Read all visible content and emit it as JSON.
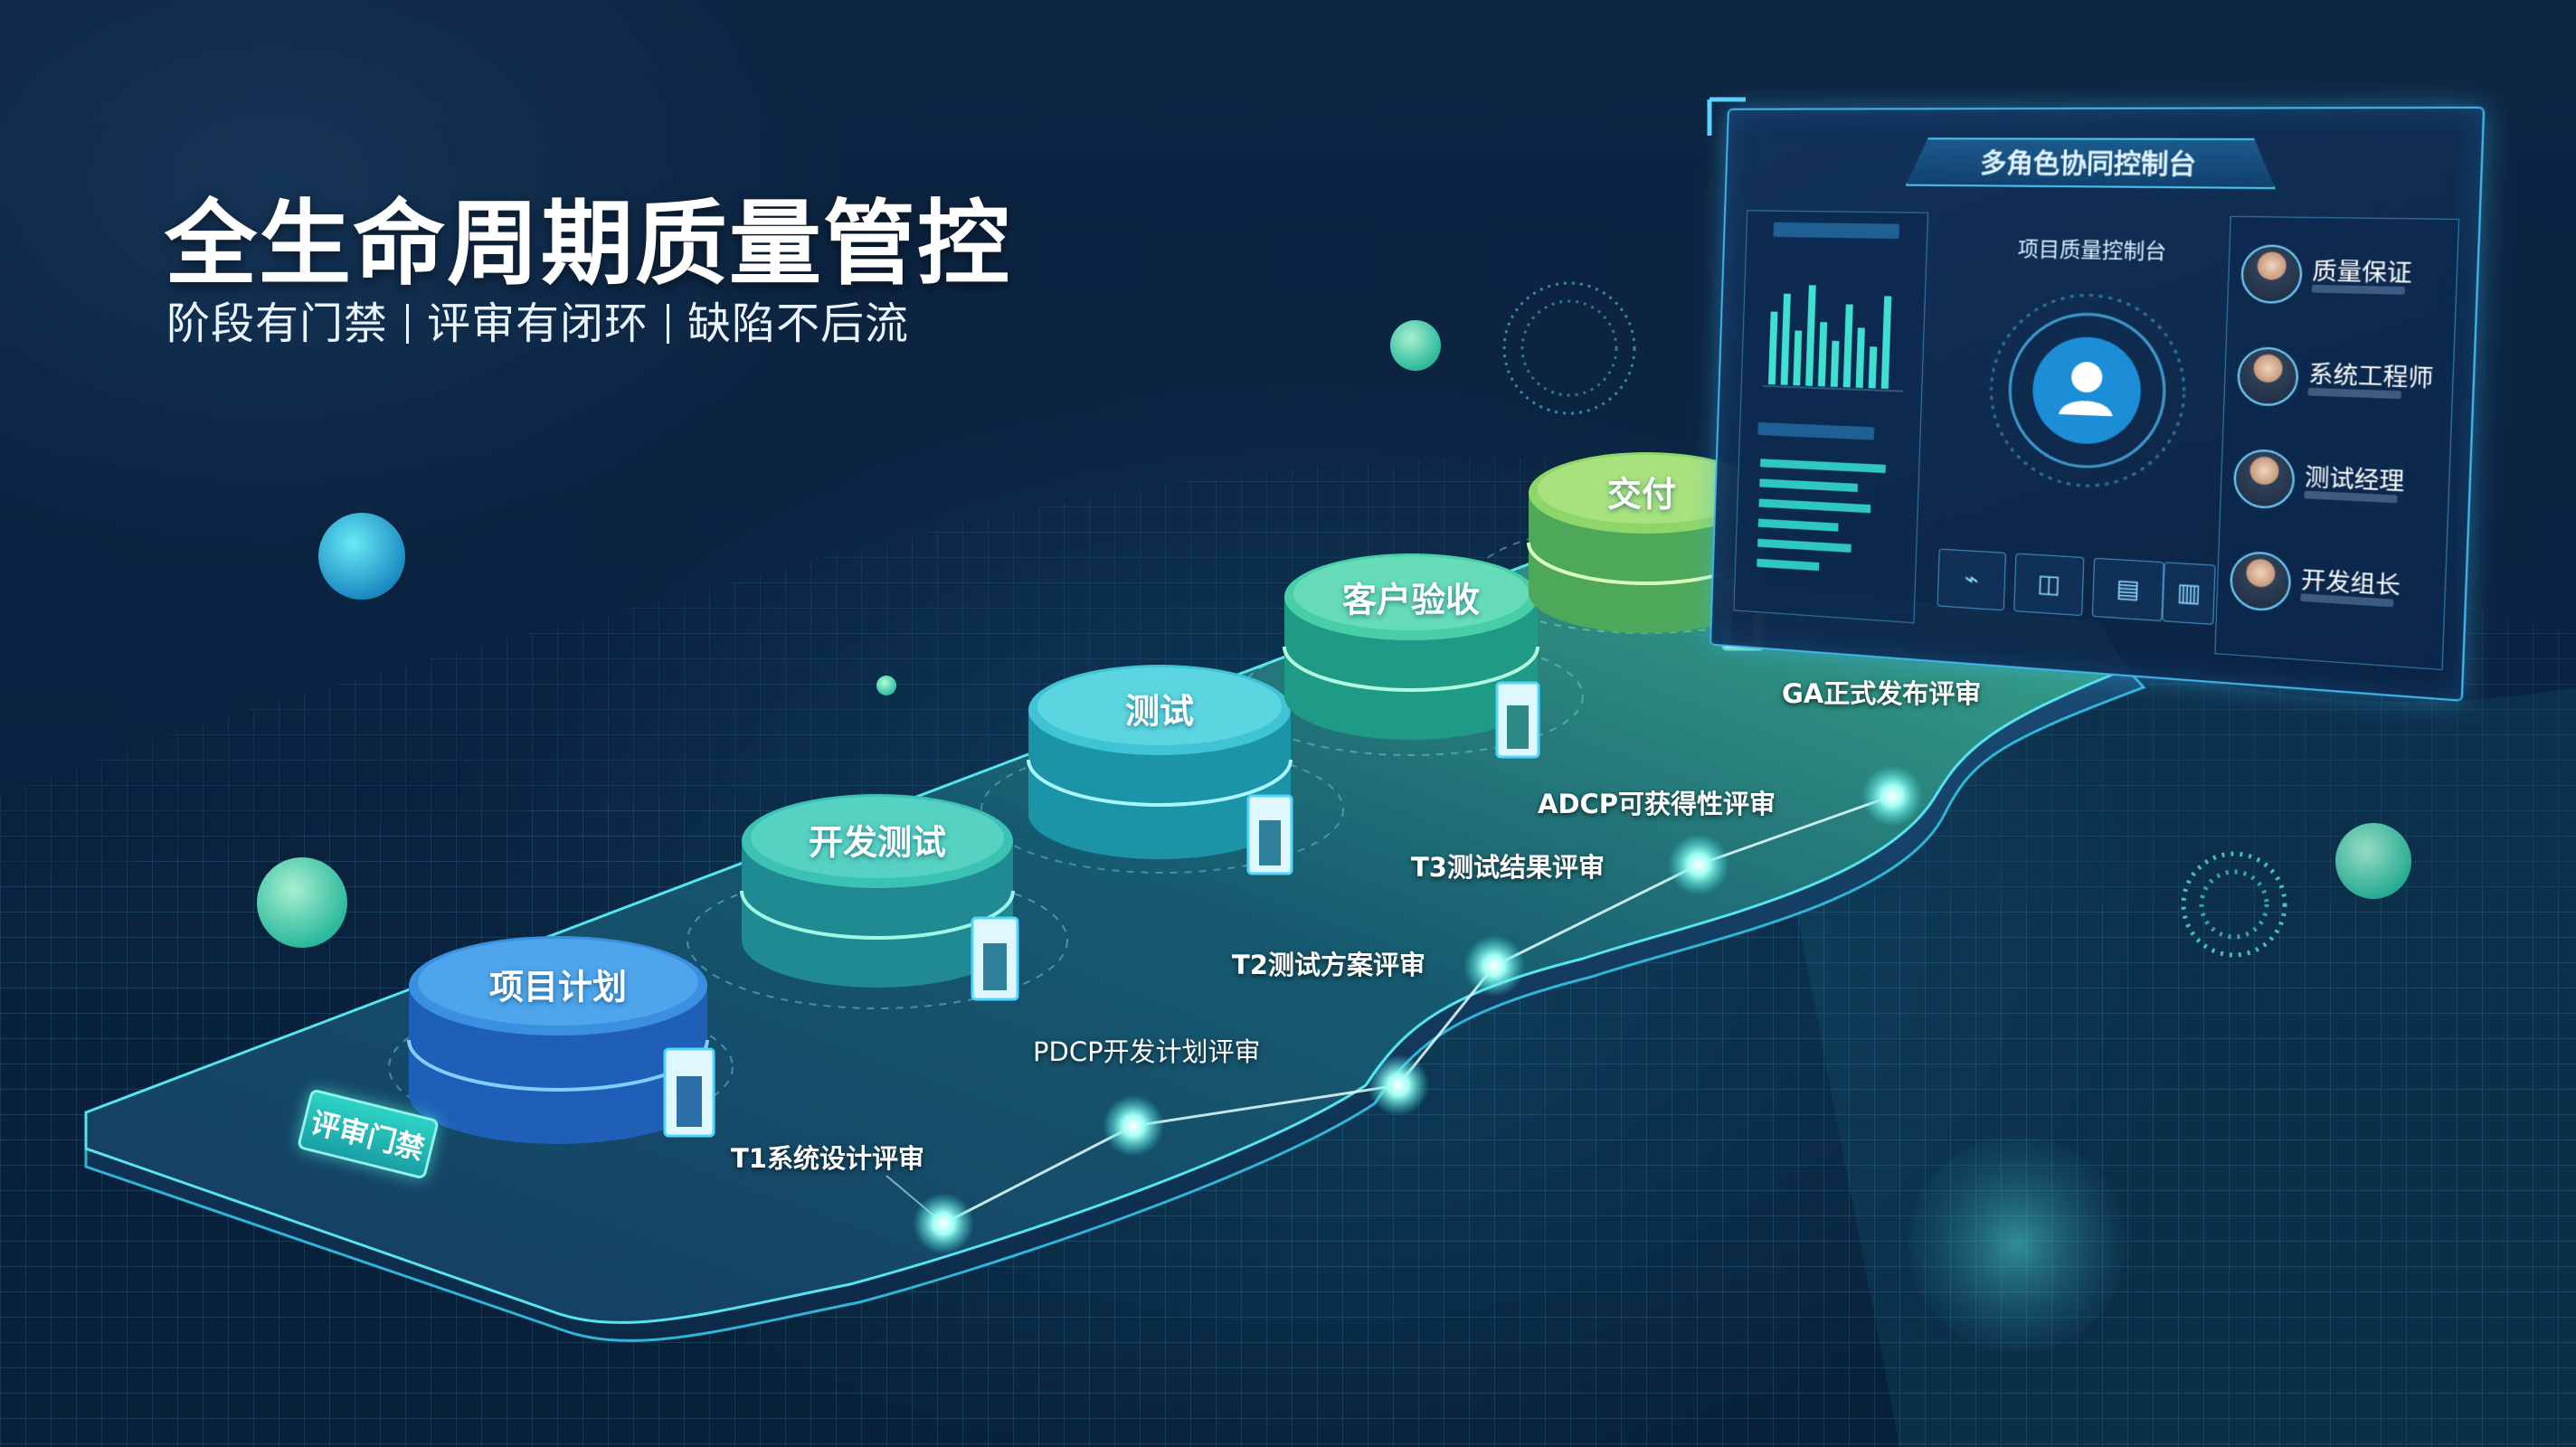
{
  "header": {
    "title": "全生命周期质量管控",
    "subtitle_parts": [
      "阶段有门禁",
      "评审有闭环",
      "缺陷不后流"
    ]
  },
  "stages": [
    {
      "label": "项目计划",
      "color": "#2f7fd8"
    },
    {
      "label": "开发测试",
      "color": "#33bfb0"
    },
    {
      "label": "测试",
      "color": "#3ac7d0"
    },
    {
      "label": "客户验收",
      "color": "#48cfa6"
    },
    {
      "label": "交付",
      "color": "#8fd66a"
    }
  ],
  "reviews": [
    {
      "label": "T1系统设计评审"
    },
    {
      "label": "PDCP开发计划评审"
    },
    {
      "label": "T2测试方案评审"
    },
    {
      "label": "T3测试结果评审"
    },
    {
      "label": "ADCP可获得性评审"
    },
    {
      "label": "GA正式发布评审"
    }
  ],
  "gate_badge": "评审门禁",
  "panel": {
    "title": "多角色协同控制台",
    "center_label": "项目质量控制台",
    "roles": [
      {
        "name": "质量保证",
        "icon": "person-avatar-icon"
      },
      {
        "name": "系统工程师",
        "icon": "person-avatar-icon"
      },
      {
        "name": "测试经理",
        "icon": "person-avatar-icon"
      },
      {
        "name": "开发组长",
        "icon": "person-avatar-icon"
      }
    ],
    "icons": [
      "analytics-icon",
      "camera-icon",
      "document-icon",
      "chart-icon"
    ]
  },
  "colors": {
    "background": "#0a2038",
    "accent": "#3fe0d0",
    "panel_border": "#3fb6e8"
  }
}
